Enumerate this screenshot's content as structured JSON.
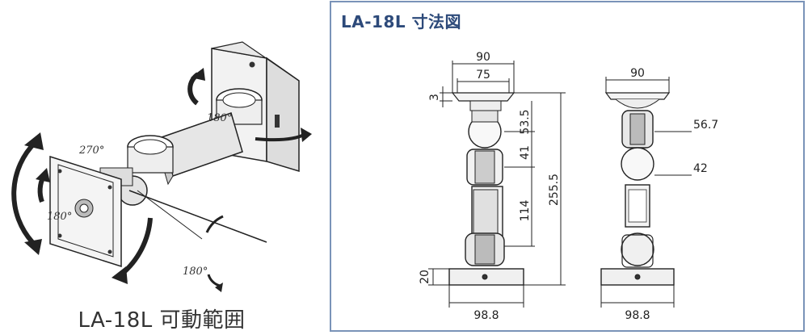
{
  "left": {
    "caption": "LA-18L 可動範囲",
    "angle_labels": [
      "270°",
      "180°",
      "180°",
      "180°"
    ]
  },
  "panel": {
    "title": "LA-18L 寸法図",
    "front_view": {
      "width_top": "90",
      "width_plate": "75",
      "plate_thickness": "3",
      "seg1": "53.5",
      "seg2": "41",
      "seg3": "114",
      "total_height": "255.5",
      "base_height": "20",
      "base_width": "98.8"
    },
    "side_view": {
      "width_top": "90",
      "joint_upper": "56.7",
      "joint_mid": "42",
      "base_width": "98.8"
    }
  },
  "colors": {
    "panel_border": "#7a93b8",
    "title_blue": "#2d4a7a",
    "line": "#222222"
  }
}
